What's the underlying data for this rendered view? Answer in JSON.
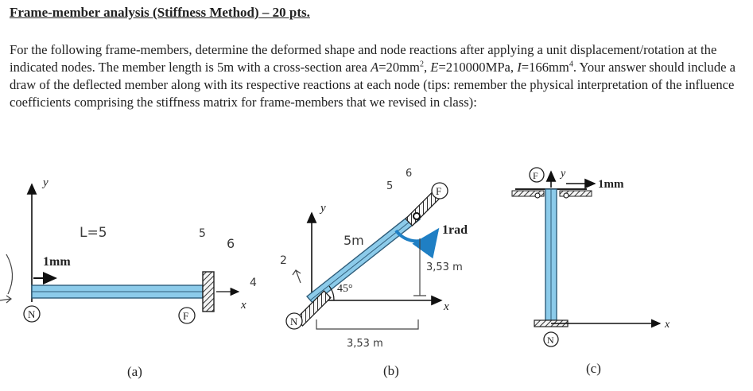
{
  "heading": "Frame-member analysis (Stiffness Method) – 20 pts.",
  "problem": {
    "p1": "For the following frame-members, determine the deformed shape and node reactions after applying a unit displacement/rotation at the indicated nodes. The member length is 5m with a cross-section area",
    "A_sym": "A",
    "A_val": "=20mm",
    "sup2": "2",
    "p2": ",",
    "E_sym": "E",
    "E_val": "=210000MPa,",
    "I_sym": "I",
    "I_val": "=166mm",
    "sup4": "4",
    "p3": ". Your answer should include a draw of the deflected member along with its respective reactions at each node (tips: remember the physical interpretation of the influence coefficients comprising the stiffness matrix for frame-members that we revised in class):"
  },
  "figures": {
    "a": {
      "caption": "(a)",
      "y_axis": "y",
      "x_axis": "x",
      "disp_label": "1mm",
      "node_start": "N",
      "node_end": "F",
      "hand_length": "L=5",
      "hand_5": "5",
      "hand_6": "6",
      "hand_4": "4"
    },
    "b": {
      "caption": "(b)",
      "y_axis": "y",
      "x_axis": "x",
      "node_start": "N",
      "node_end": "F",
      "angle_label": "45°",
      "rot_label": "1rad",
      "hand_length": "5m",
      "hand_h": "3,53 m",
      "hand_w": "3,53 m",
      "hand_5": "5",
      "hand_6": "6",
      "hand_2": "2"
    },
    "c": {
      "caption": "(c)",
      "y_axis": "y",
      "x_axis": "x",
      "disp_label": "1mm",
      "node_start": "N",
      "node_end": "F"
    }
  },
  "colors": {
    "member": "#8ccbea",
    "member_edge": "#2f5d7a",
    "arrow": "#1f7fc4"
  }
}
